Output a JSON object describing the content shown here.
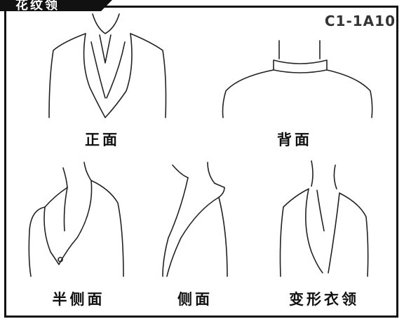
{
  "header": {
    "title": "花纹领",
    "code": "C1-1A10"
  },
  "views": [
    {
      "label": "正面"
    },
    {
      "label": "背面"
    },
    {
      "label": "半侧面"
    },
    {
      "label": "侧面"
    },
    {
      "label": "变形衣领"
    }
  ],
  "colors": {
    "ink": "#111111",
    "paper": "#ffffff"
  }
}
